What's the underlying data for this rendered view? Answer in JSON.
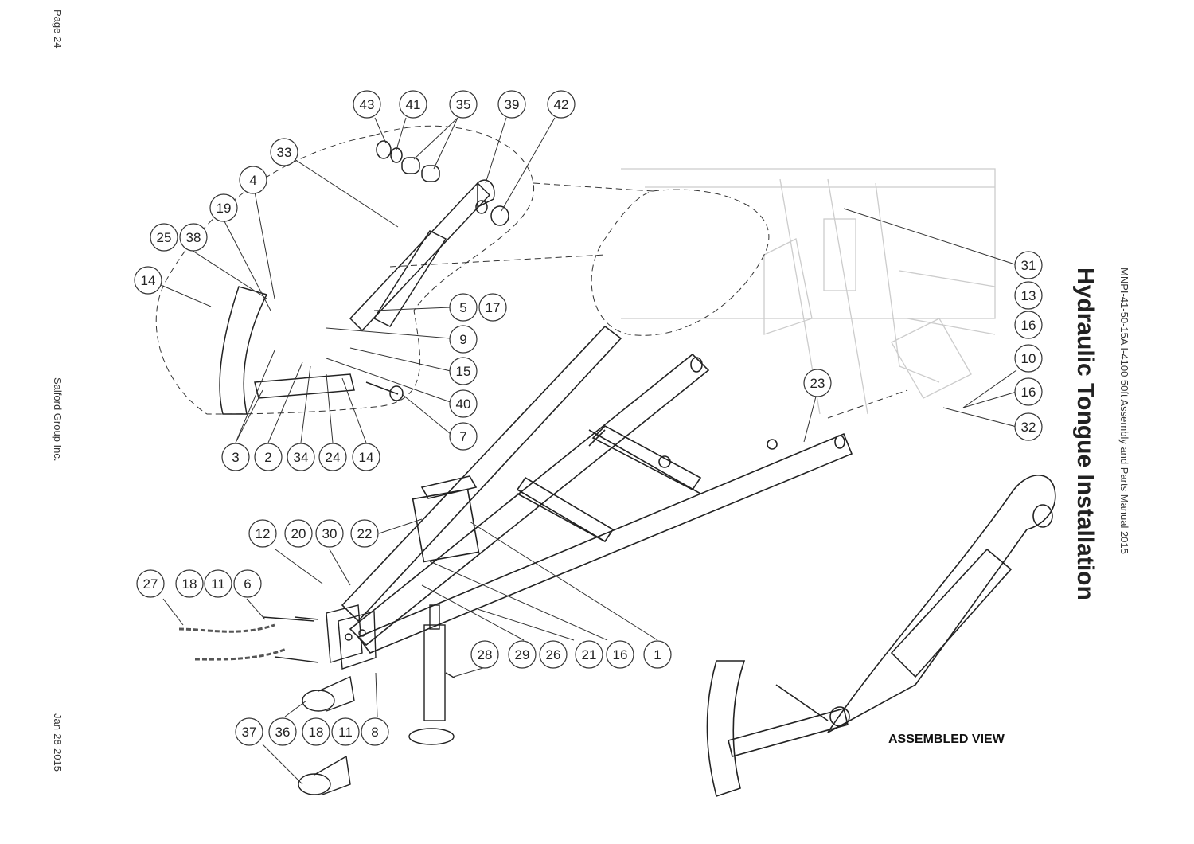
{
  "page_label": "Page 24",
  "company": "Salford Group Inc.",
  "date": "Jan-28-2015",
  "manual": "MNPI-41-50-15A   I-4100 50ft Assembly and Parts Manual 2015",
  "title": "Hydraulic Tongue Installation",
  "assembled_label": "ASSEMBLED VIEW",
  "balloons": [
    "43",
    "41",
    "35",
    "39",
    "42",
    "33",
    "4",
    "19",
    "25",
    "38",
    "14",
    "5",
    "17",
    "9",
    "15",
    "40",
    "7",
    "3",
    "2",
    "34",
    "24",
    "14",
    "31",
    "13",
    "16",
    "10",
    "16",
    "32",
    "23",
    "12",
    "20",
    "30",
    "22",
    "27",
    "18",
    "11",
    "6",
    "28",
    "29",
    "26",
    "21",
    "16",
    "1",
    "37",
    "36",
    "18",
    "11",
    "8"
  ]
}
